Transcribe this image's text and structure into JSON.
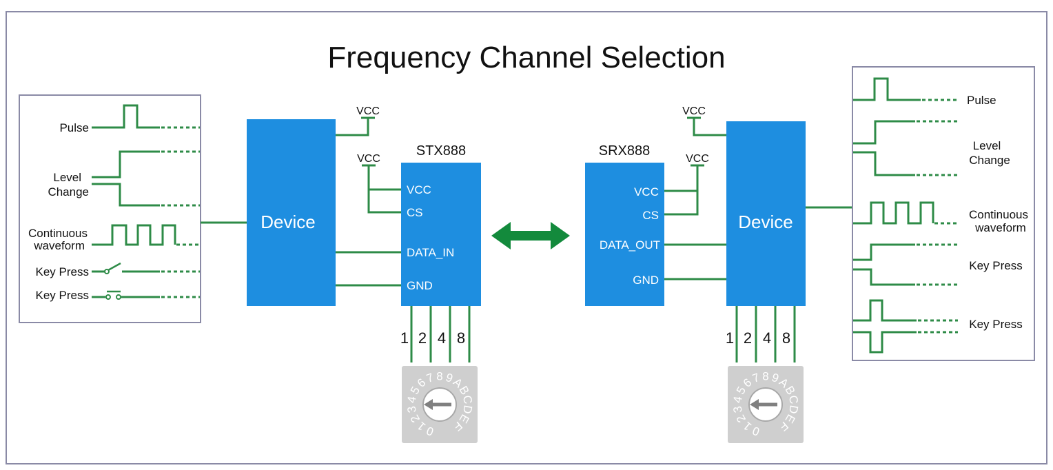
{
  "title": "Frequency Channel Selection",
  "colors": {
    "wire": "#2e8b47",
    "block": "#1e8ee0",
    "frame": "#8a8aa6",
    "arrow": "#138a3c",
    "dial": "#cfcfcf",
    "text": "#111111"
  },
  "left_panel": {
    "pulse": "Pulse",
    "level_change_1": "Level",
    "level_change_2": "Change",
    "continuous_1": "Continuous",
    "continuous_2": "waveform",
    "key_press_a": "Key Press",
    "key_press_b": "Key Press"
  },
  "transmitter": {
    "device_label": "Device",
    "vcc_top": "VCC",
    "vcc_mid": "VCC",
    "module_name": "STX888",
    "pins": {
      "vcc": "VCC",
      "cs": "CS",
      "data": "DATA_IN",
      "gnd": "GND"
    },
    "dip_weights": [
      "1",
      "2",
      "4",
      "8"
    ]
  },
  "receiver": {
    "device_label": "Device",
    "vcc_top": "VCC",
    "vcc_mid": "VCC",
    "module_name": "SRX888",
    "pins": {
      "vcc": "VCC",
      "cs": "CS",
      "data": "DATA_OUT",
      "gnd": "GND"
    },
    "dip_weights": [
      "1",
      "2",
      "4",
      "8"
    ]
  },
  "right_panel": {
    "pulse": "Pulse",
    "level_change_1": "Level",
    "level_change_2": "Change",
    "continuous_1": "Continuous",
    "continuous_2": "waveform",
    "key_press_a": "Key Press",
    "key_press_b": "Key Press"
  },
  "dial_digits": [
    "0",
    "1",
    "2",
    "3",
    "4",
    "5",
    "6",
    "7",
    "8",
    "9",
    "A",
    "B",
    "C",
    "D",
    "E",
    "F"
  ]
}
